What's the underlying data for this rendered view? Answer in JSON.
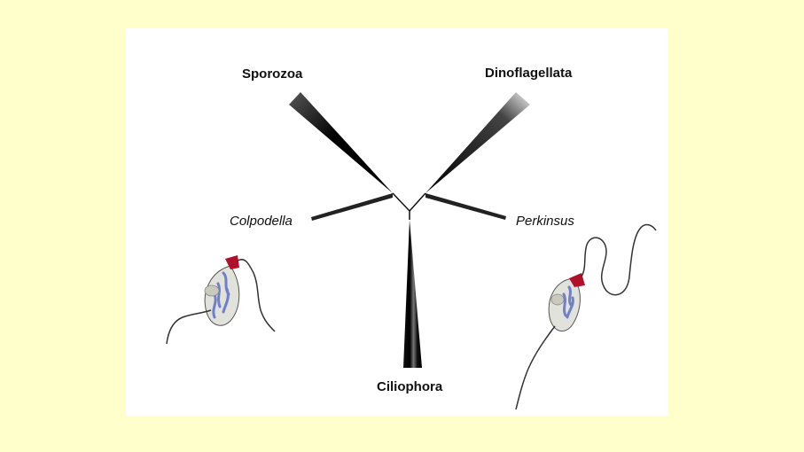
{
  "labels": {
    "sporozoa": "Sporozoa",
    "dinoflagellata": "Dinoflagellata",
    "colpodella": "Colpodella",
    "perkinsus": "Perkinsus",
    "ciliophora": "Ciliophora"
  },
  "colors": {
    "slide_background": "#ffffcc",
    "panel_background": "#ffffff",
    "branch": "#111111",
    "cell_membrane": "#e2e2dc",
    "apical_complex": "#b0102a",
    "organelles": "#6f7fc8",
    "flagellum": "#333333"
  },
  "icons": {
    "left_cell": "colpodella-cell-icon",
    "right_cell": "perkinsus-cell-icon"
  }
}
